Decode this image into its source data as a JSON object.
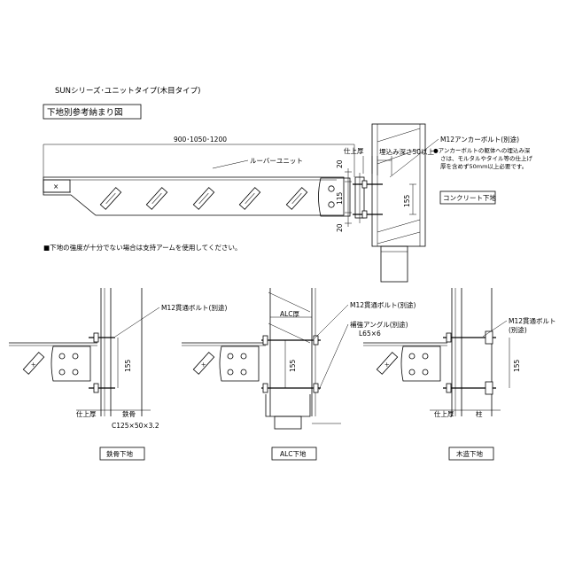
{
  "header": {
    "series_title": "SUNシリーズ･ユニットタイプ(木目タイプ)",
    "section_title": "下地別参考納まり図"
  },
  "top_view": {
    "width_dim": "900･1050･1200",
    "louver_label": "ルーバーユニット",
    "finish_label": "仕上厚",
    "dim_20_top": "20",
    "dim_115": "115",
    "dim_20_bottom": "20",
    "dim_155": "155",
    "embed_label": "埋込み深さ50以上",
    "anchor_label": "M12アンカーボルト(別途)",
    "anchor_note_1": "●アンカーボルトの躯体への埋込み深",
    "anchor_note_2": "さは、モルタルやタイル等の仕上げ",
    "anchor_note_3": "厚を含めず50mm以上必要です。",
    "concrete_label": "コンクリート下地",
    "support_note": "■下地の強度が十分でない場合は支持アームを使用してください。"
  },
  "steel_view": {
    "bolt_label": "M12貫通ボルト(別途)",
    "dim_155": "155",
    "finish_label": "仕上厚",
    "frame_label": "鉄骨",
    "channel_label": "C125×50×3.2",
    "caption": "鉄骨下地"
  },
  "alc_view": {
    "alc_thickness_label": "ALC厚",
    "bolt_label": "M12貫通ボルト(別途)",
    "angle_label": "補強アングル(別途)",
    "angle_size": "L65×6",
    "dim_155": "155",
    "caption": "ALC下地"
  },
  "wood_view": {
    "bolt_label": "M12貫通ボルト",
    "bolt_label_2": "(別途)",
    "dim_155": "155",
    "finish_label": "仕上厚",
    "column_label": "柱",
    "caption": "木造下地"
  }
}
